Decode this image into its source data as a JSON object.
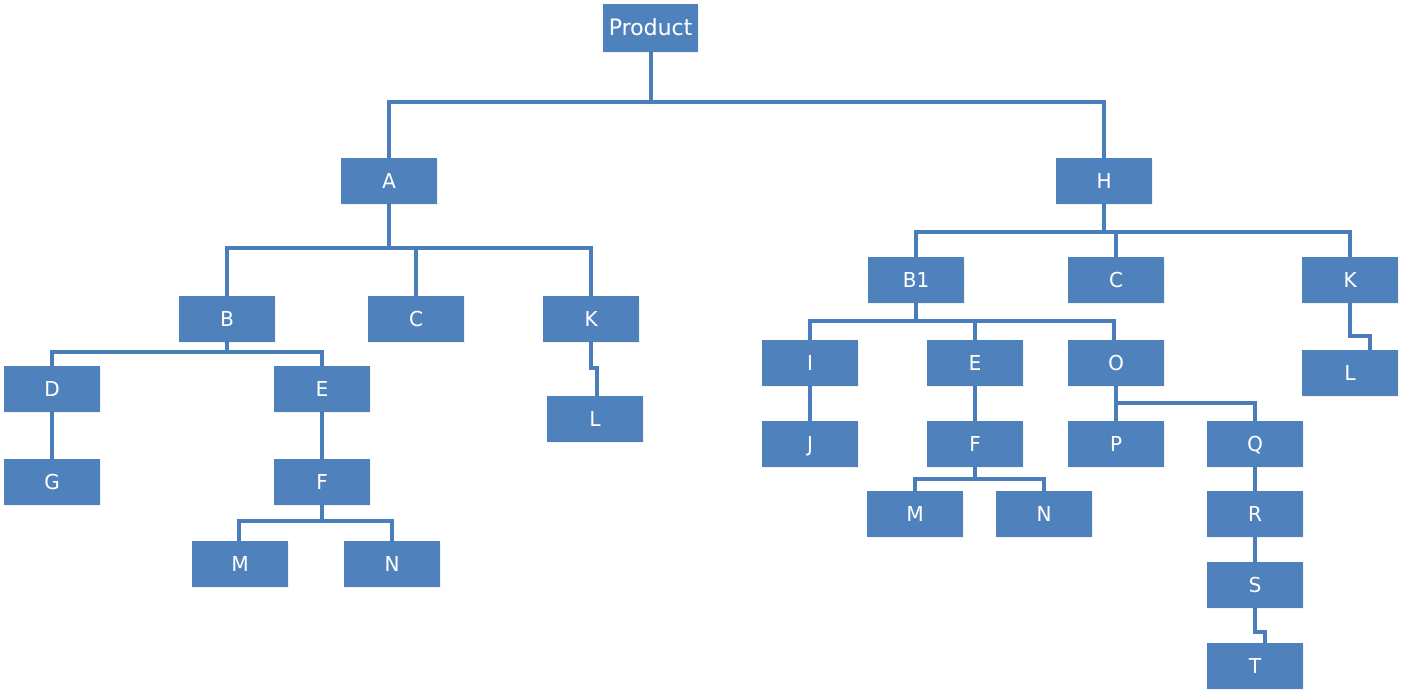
{
  "diagram": {
    "root": "Product",
    "left_branch": {
      "a": "A",
      "b": "B",
      "c": "C",
      "k": "K",
      "d": "D",
      "g": "G",
      "e": "E",
      "f": "F",
      "m": "M",
      "n": "N",
      "l": "L"
    },
    "right_branch": {
      "h": "H",
      "b1": "B1",
      "c": "C",
      "k": "K",
      "l": "L",
      "i": "I",
      "j": "J",
      "e": "E",
      "f": "F",
      "m": "M",
      "n": "N",
      "o": "O",
      "p": "P",
      "q": "Q",
      "r": "R",
      "s": "S",
      "t": "T"
    }
  },
  "colors": {
    "node_fill": "#4f81bd",
    "connector": "#4a7ebb",
    "node_text": "#ffffff"
  }
}
